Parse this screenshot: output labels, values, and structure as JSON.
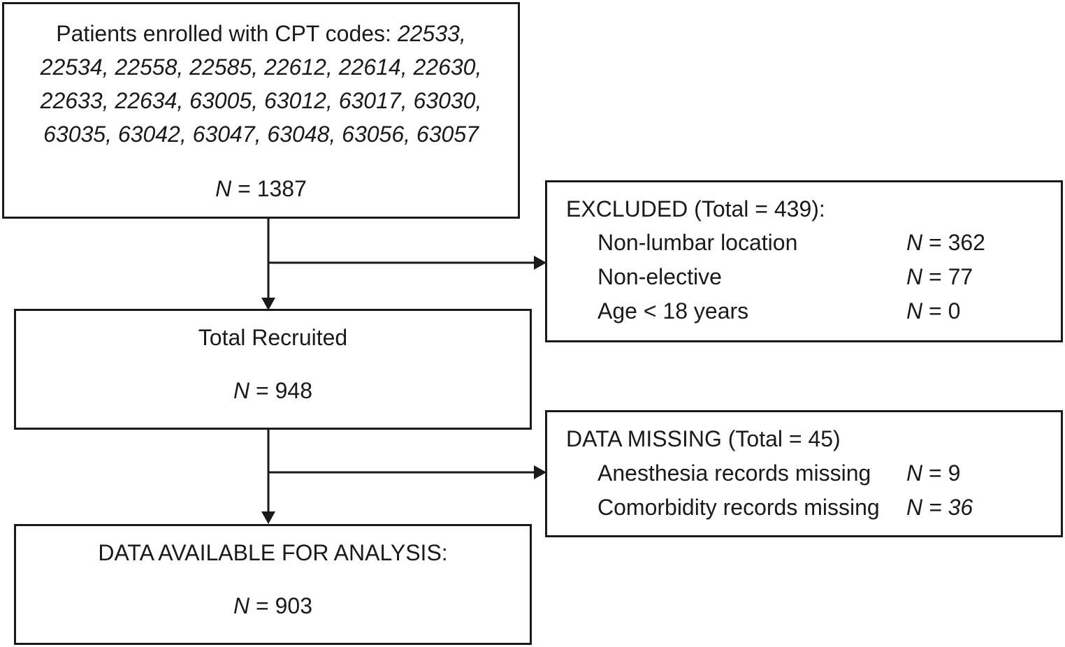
{
  "enrolled": {
    "label": "Patients enrolled with CPT codes:",
    "codes_line1": "22533,",
    "codes_line2": "22534, 22558, 22585, 22612, 22614, 22630,",
    "codes_line3": "22633, 22634, 63005, 63012, 63017, 63030,",
    "codes_line4": "63035, 63042, 63047, 63048, 63056, 63057",
    "n_symbol": "N",
    "n_value": "= 1387"
  },
  "excluded": {
    "title": "EXCLUDED (Total = 439):",
    "rows": [
      {
        "label": "Non-lumbar location",
        "n_symbol": "N",
        "n_value": "= 362"
      },
      {
        "label": "Non-elective",
        "n_symbol": "N",
        "n_value": "= 77"
      },
      {
        "label": "Age < 18 years",
        "n_symbol": "N",
        "n_value": "= 0"
      }
    ]
  },
  "recruited": {
    "title": "Total Recruited",
    "n_symbol": "N",
    "n_value": "= 948"
  },
  "missing": {
    "title": "DATA MISSING (Total = 45)",
    "rows": [
      {
        "label": "Anesthesia records missing",
        "n_symbol": "N",
        "n_value": "= 9"
      },
      {
        "label": "Comorbidity records missing",
        "n_symbol": "N",
        "n_value": "= 36"
      }
    ]
  },
  "available": {
    "title": "DATA AVAILABLE FOR ANALYSIS:",
    "n_symbol": "N",
    "n_value": "= 903"
  }
}
